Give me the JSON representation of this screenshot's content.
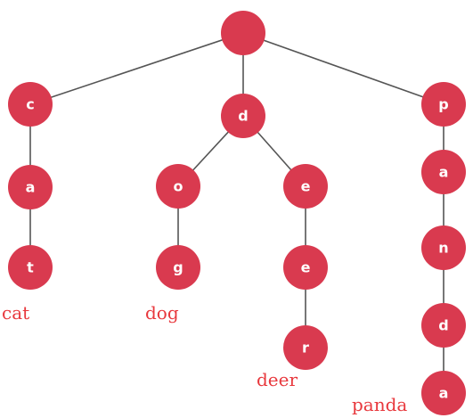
{
  "colors": {
    "node_fill": "#d93a4f",
    "node_text": "#ffffff",
    "edge": "#555555",
    "word_label": "#e8383d"
  },
  "nodes": [
    {
      "id": "root",
      "letter": ""
    },
    {
      "id": "c",
      "letter": "c"
    },
    {
      "id": "ca",
      "letter": "a"
    },
    {
      "id": "cat",
      "letter": "t"
    },
    {
      "id": "d",
      "letter": "d"
    },
    {
      "id": "do",
      "letter": "o"
    },
    {
      "id": "dog",
      "letter": "g"
    },
    {
      "id": "de",
      "letter": "e"
    },
    {
      "id": "dee",
      "letter": "e"
    },
    {
      "id": "deer",
      "letter": "r"
    },
    {
      "id": "p",
      "letter": "p"
    },
    {
      "id": "pa",
      "letter": "a"
    },
    {
      "id": "pan",
      "letter": "n"
    },
    {
      "id": "pand",
      "letter": "d"
    },
    {
      "id": "panda",
      "letter": "a"
    }
  ],
  "edges": [
    [
      "root",
      "c"
    ],
    [
      "root",
      "d"
    ],
    [
      "root",
      "p"
    ],
    [
      "c",
      "ca"
    ],
    [
      "ca",
      "cat"
    ],
    [
      "d",
      "do"
    ],
    [
      "do",
      "dog"
    ],
    [
      "d",
      "de"
    ],
    [
      "de",
      "dee"
    ],
    [
      "dee",
      "deer"
    ],
    [
      "p",
      "pa"
    ],
    [
      "pa",
      "pan"
    ],
    [
      "pan",
      "pand"
    ],
    [
      "pand",
      "panda"
    ]
  ],
  "words": [
    {
      "id": "cat",
      "text": "cat"
    },
    {
      "id": "dog",
      "text": "dog"
    },
    {
      "id": "deer",
      "text": "deer"
    },
    {
      "id": "panda",
      "text": "panda"
    }
  ]
}
